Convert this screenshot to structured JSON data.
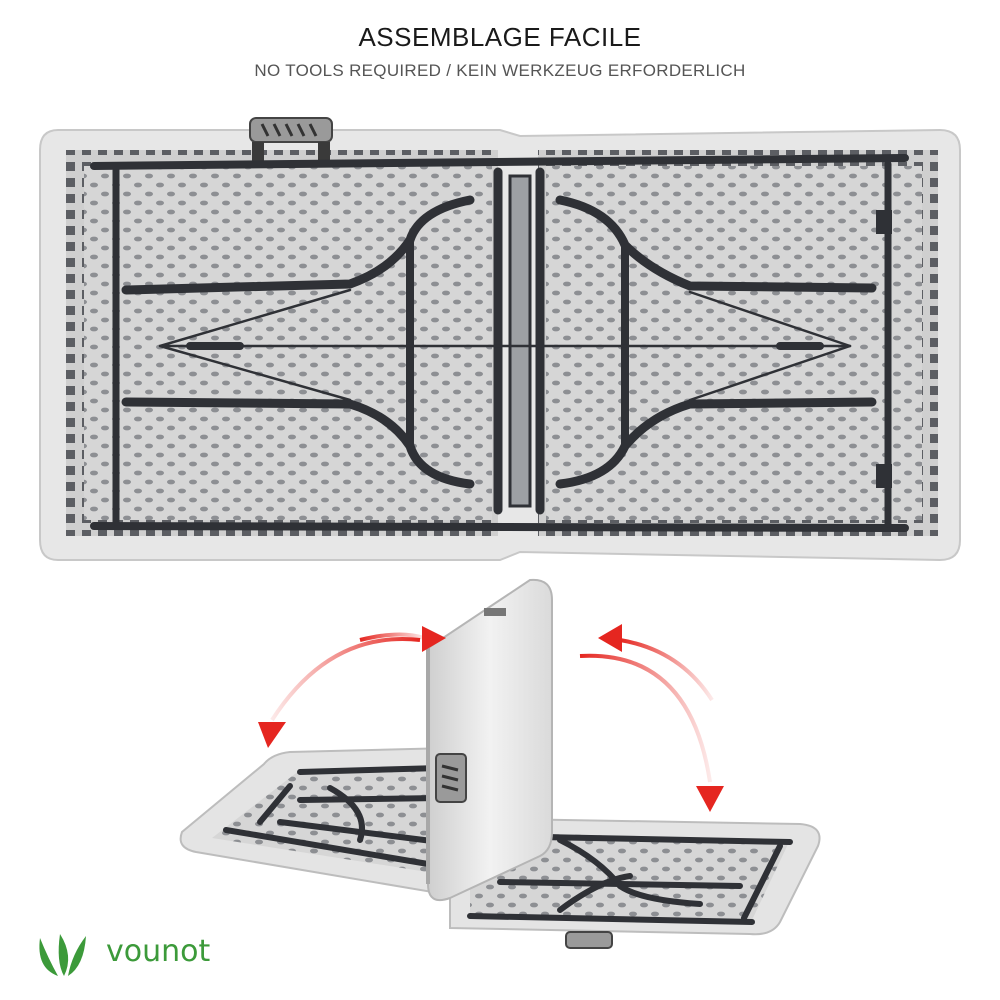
{
  "header": {
    "title": "ASSEMBLAGE FACILE",
    "subtitle": "NO TOOLS REQUIRED / KEIN WERKZEUG ERFORDERLICH"
  },
  "brand": {
    "name": "vounot",
    "color": "#3c9a3a"
  },
  "colors": {
    "tabletop": "#e8e8e8",
    "frame": "#2f3136",
    "arrow": "#e52620"
  },
  "icons": [
    "leaf-logo-icon",
    "curved-arrow-icon"
  ]
}
